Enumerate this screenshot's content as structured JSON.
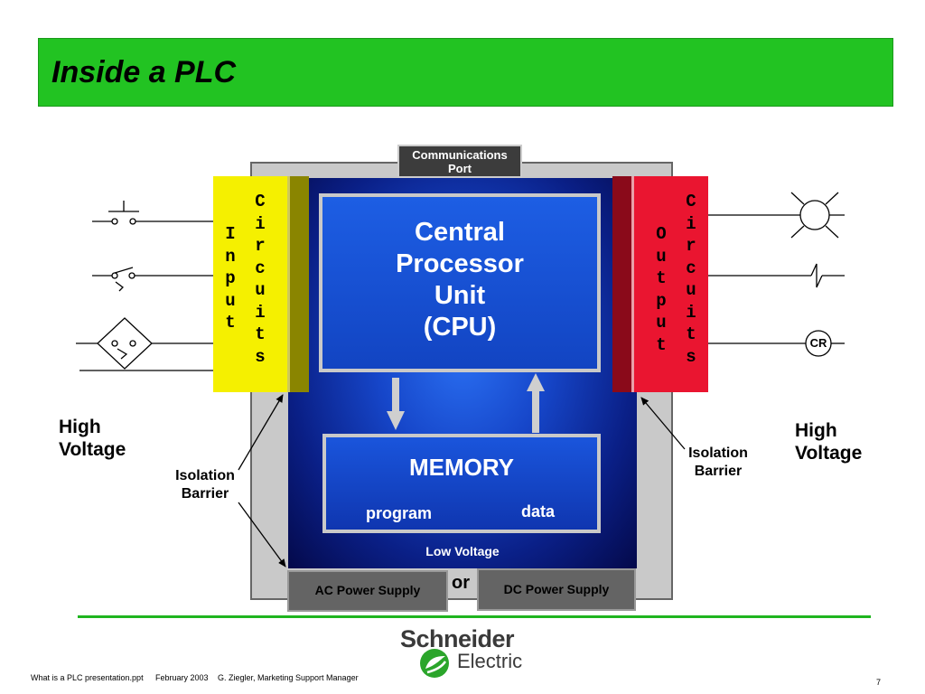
{
  "slide": {
    "title": "Inside a PLC",
    "page_number": "7"
  },
  "diagram": {
    "comm_port": [
      "Communications",
      "Port"
    ],
    "cpu": [
      "Central",
      "Processor",
      "Unit",
      "(CPU)"
    ],
    "memory": {
      "title": "MEMORY",
      "program": "program",
      "data": "data"
    },
    "low_voltage": "Low Voltage",
    "input_module": {
      "word1": "Input",
      "word2": "Circuits"
    },
    "output_module": {
      "word1": "Output",
      "word2": "Circuits"
    },
    "ac_power": "AC Power Supply",
    "dc_power": "DC Power Supply",
    "or_text": "or",
    "left_high_voltage": [
      "High",
      "Voltage"
    ],
    "right_high_voltage": [
      "High",
      "Voltage"
    ],
    "left_isolation": [
      "Isolation",
      "Barrier"
    ],
    "right_isolation": [
      "Isolation",
      "Barrier"
    ],
    "cr_label": "CR"
  },
  "footer": {
    "filename": "What is a PLC presentation.ppt",
    "date": "February 2003",
    "author": "G. Ziegler, Marketing Support Manager",
    "logo_line1": "Schneider",
    "logo_line2": "Electric"
  },
  "colors": {
    "title_green": "#22c322",
    "input_yellow": "#f5f000",
    "output_red": "#ea1530",
    "cpu_blue": "#1244c2"
  }
}
